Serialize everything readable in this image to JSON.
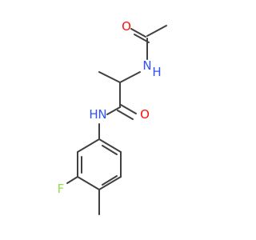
{
  "molecule": {
    "atoms": {
      "acetyl_o": {
        "label": "O",
        "color": "#FF0D0D"
      },
      "acetyl_nh": {
        "label": "N",
        "h": "H",
        "color": "#3050F8"
      },
      "amide_o": {
        "label": "O",
        "color": "#FF0D0D"
      },
      "anilide_nh": {
        "label": "N",
        "h": "H",
        "color": "#3050F8"
      },
      "fluorine": {
        "label": "F",
        "color": "#90E050"
      }
    },
    "bond_color": "#404040"
  }
}
